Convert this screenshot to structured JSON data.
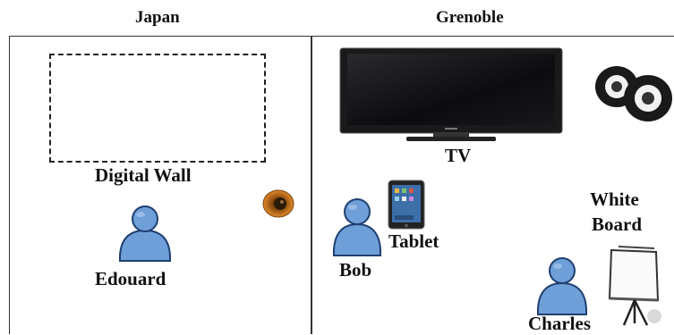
{
  "rooms": {
    "japan": {
      "title": "Japan"
    },
    "grenoble": {
      "title": "Grenoble"
    }
  },
  "labels": {
    "digital_wall": "Digital Wall",
    "edouard": "Edouard",
    "tv": "TV",
    "bob": "Bob",
    "tablet": "Tablet",
    "white_board_line1": "White",
    "white_board_line2": "Board",
    "charles": "Charles"
  },
  "colors": {
    "person_fill": "#6f9fd8",
    "person_stroke": "#1e3f70",
    "speaker_orange": "#d9781a"
  },
  "icons": [
    "person-icon",
    "tv-icon",
    "speakers-icon",
    "speaker-icon",
    "tablet-icon",
    "whiteboard-icon"
  ]
}
